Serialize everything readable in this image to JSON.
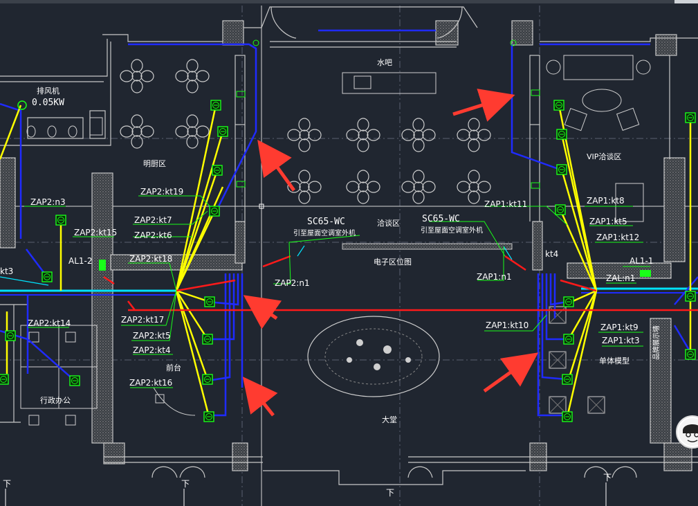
{
  "rooms": {
    "exhaust_fan": "排风机",
    "fan_power": "0.05KW",
    "bright_area": "明厨区",
    "water_bar": "水吧",
    "vip_area": "VIP洽谈区",
    "talk_area": "洽谈区",
    "electronic_area": "电子区位图",
    "lobby": "大堂",
    "front_desk": "前台",
    "admin_office": "行政办公",
    "unit_model": "单体模型",
    "display_area": "品牌展示墙"
  },
  "circuits": {
    "zap2_n3": "ZAP2:n3",
    "zap2_kt19": "ZAP2:kt19",
    "zap2_kt7": "ZAP2:kt7",
    "zap2_kt6": "ZAP2:kt6",
    "zap2_kt15": "ZAP2:kt15",
    "zap2_kt18": "ZAP2:kt18",
    "zap2_kt17": "ZAP2:kt17",
    "zap2_kt5": "ZAP2:kt5",
    "zap2_kt4": "ZAP2:kt4",
    "zap2_kt16": "ZAP2:kt16",
    "zap2_kt14": "ZAP2:kt14",
    "zap2_n1": "ZAP2:n1",
    "kt3_left": "kt3",
    "al1_2": "AL1-2",
    "zap1_kt11": "ZAP1:kt11",
    "zap1_kt8": "ZAP1:kt8",
    "zap1_kt5": "ZAP1:kt5",
    "zap1_kt12": "ZAP1:kt12",
    "kt4": "kt4",
    "al1_1": "AL1-1",
    "zal_n1": "ZAL:n1",
    "zap1_n1": "ZAP1:n1",
    "zap1_kt10": "ZAP1:kt10",
    "zap1_kt9": "ZAP1:kt9",
    "zap1_kt3": "ZAP1:kt3"
  },
  "notes": {
    "sc65_left": "SC65-WC",
    "sc65_left_desc": "引至屋面空调室外机",
    "sc65_right": "SC65-WC",
    "sc65_right_desc": "引至屋面空调室外机",
    "down_1": "下",
    "down_2": "下",
    "down_3": "下",
    "down_4": "下"
  },
  "colors": {
    "background": "#202630",
    "wall": "#c8c8c8",
    "blue_wire": "#1f2bff",
    "yellow_wire": "#ffff00",
    "red_wire": "#ff1a1a",
    "green_device": "#19ff19",
    "cyan": "#00e5ff",
    "arrow": "#ff3b30"
  }
}
